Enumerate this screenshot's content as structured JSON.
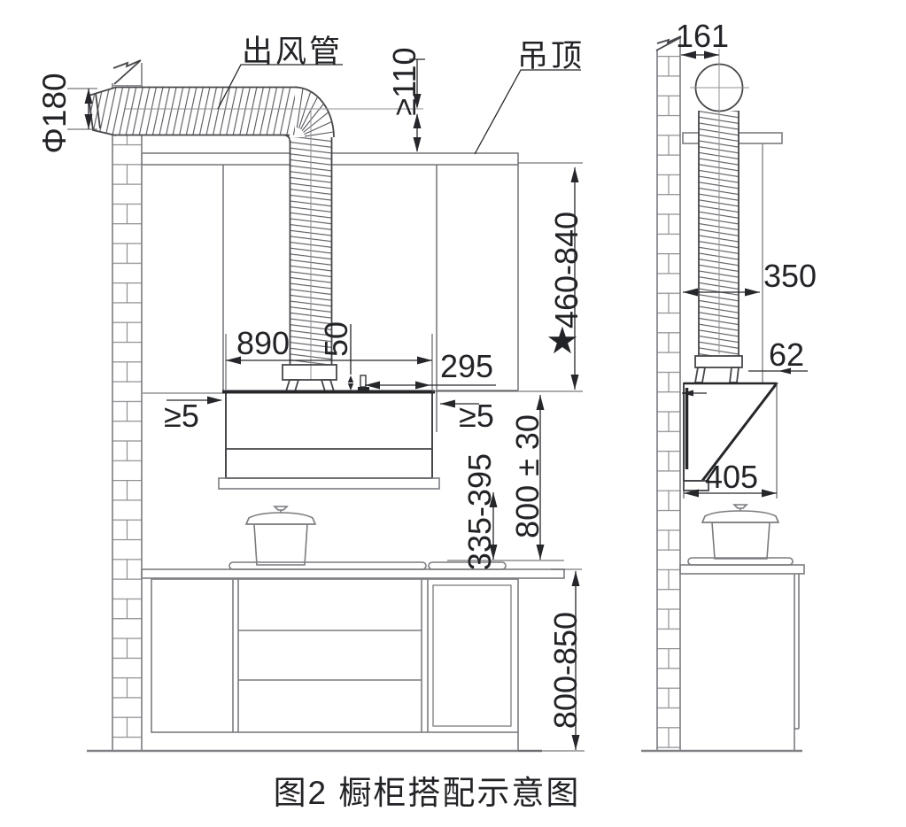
{
  "diagram": {
    "caption": "图2 橱柜搭配示意图",
    "labels": {
      "duct": "出风管",
      "ceiling": "吊顶"
    },
    "front": {
      "duct_diameter": "Φ180",
      "duct_center_to_ceiling": "≥110",
      "hood_width": "890",
      "hook_height": "50",
      "hook_to_edge": "295",
      "side_gap_left": "≥5",
      "side_gap_right": "≥5",
      "upper_cabinet_height": "460-840",
      "counter_to_hood_top": "800 ± 30",
      "counter_to_hood_bottom": "335-395",
      "counter_height": "800-850",
      "star": "★"
    },
    "side": {
      "wall_to_duct_center": "161",
      "upper_cabinet_depth": "350",
      "hood_front_overhang": "62",
      "hood_depth": "405"
    },
    "colors": {
      "ink": "#26272b",
      "line_gray": "#7b7c80",
      "background": "#ffffff"
    }
  }
}
